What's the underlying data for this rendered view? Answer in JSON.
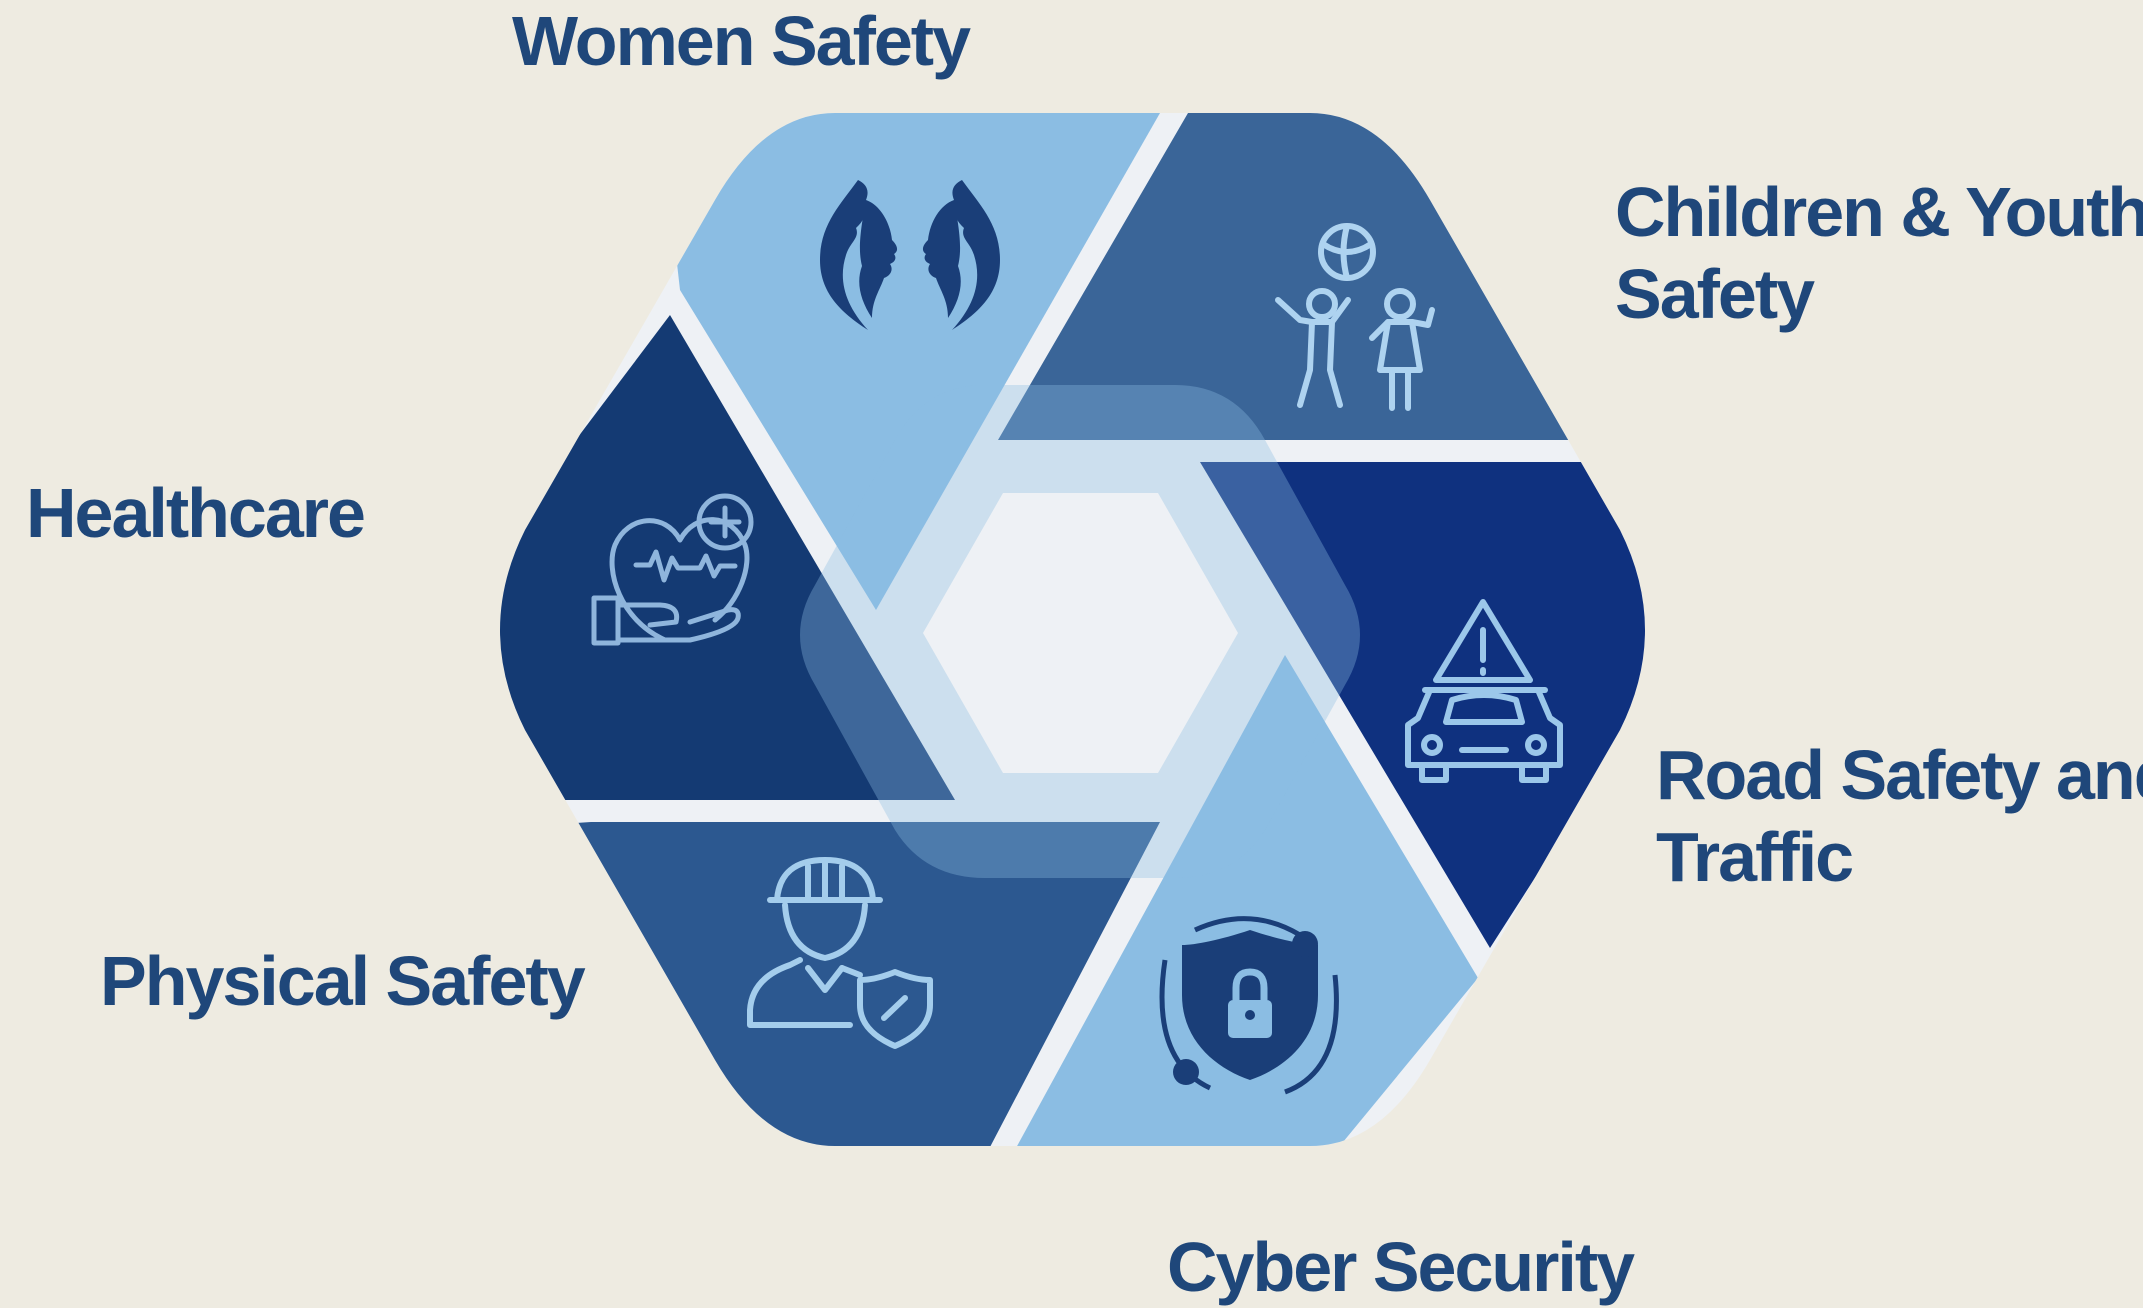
{
  "diagram": {
    "segments": [
      {
        "id": "women",
        "label_lines": [
          "Women Safety"
        ],
        "icon": "women-profiles-icon",
        "color": "#8bbde3"
      },
      {
        "id": "children",
        "label_lines": [
          "Children & Youth",
          "Safety"
        ],
        "icon": "children-playing-icon",
        "color": "#3a6598"
      },
      {
        "id": "road",
        "label_lines": [
          "Road Safety and",
          "Traffic"
        ],
        "icon": "car-warning-icon",
        "color": "#0f317f"
      },
      {
        "id": "cyber",
        "label_lines": [
          "Cyber Security"
        ],
        "icon": "shield-lock-icon",
        "color": "#8bbde3"
      },
      {
        "id": "physical",
        "label_lines": [
          "Physical  Safety"
        ],
        "icon": "worker-helmet-shield-icon",
        "color": "#2c5890"
      },
      {
        "id": "health",
        "label_lines": [
          "Healthcare"
        ],
        "icon": "heart-hand-care-icon",
        "color": "#143a73"
      }
    ],
    "background_color": "#eeebe1",
    "text_color": "#1f477a",
    "gap_color": "#eef1f5"
  }
}
